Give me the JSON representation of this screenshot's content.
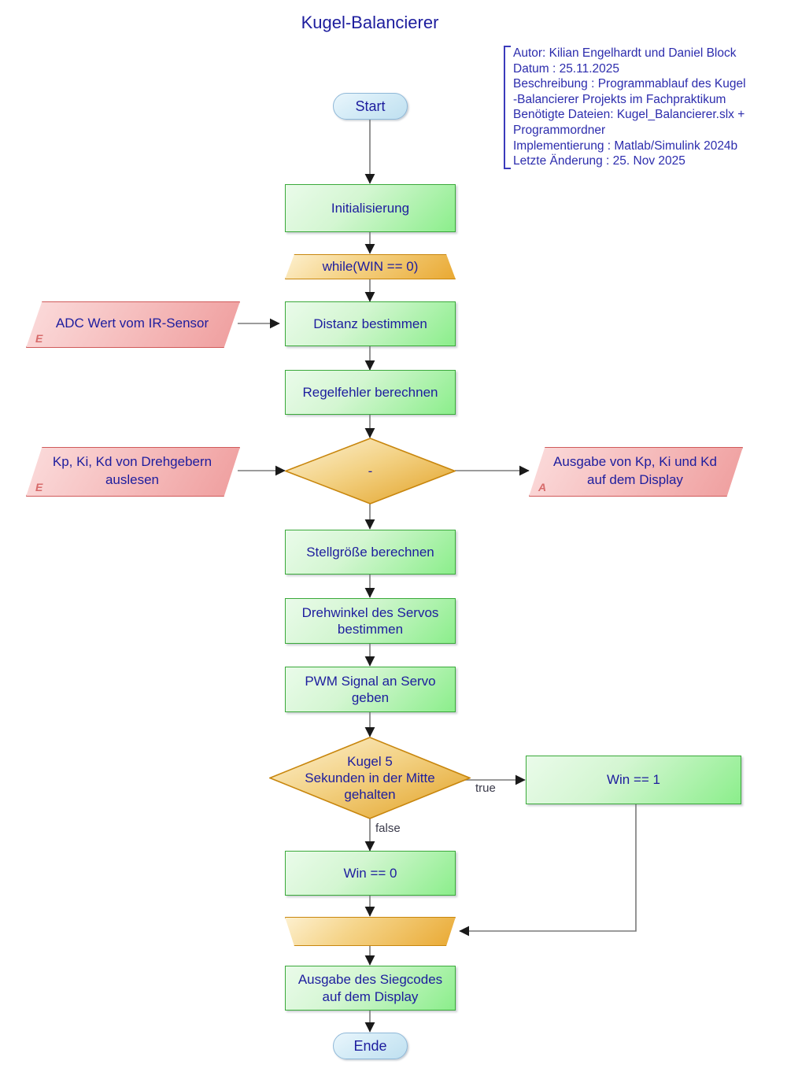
{
  "title": "Kugel-Balancierer",
  "info": {
    "lines": [
      "Autor: Kilian Engelhardt und Daniel Block",
      "Datum : 25.11.2025",
      "Beschreibung : Programmablauf des Kugel",
      "-Balancierer Projekts im Fachpraktikum",
      "Benötigte Dateien: Kugel_Balancierer.slx +",
      "Programmordner",
      "Implementierung : Matlab/Simulink 2024b",
      "Letzte Änderung : 25. Nov 2025"
    ]
  },
  "nodes": {
    "start": "Start",
    "init": "Initialisierung",
    "loop_start": "while(WIN == 0)",
    "input_adc": "ADC Wert vom IR-Sensor",
    "input_adc_marker": "E",
    "distanz": "Distanz bestimmen",
    "regelfehler": "Regelfehler berechnen",
    "input_pid": "Kp, Ki, Kd von Drehgebern\nauslesen",
    "input_pid_marker": "E",
    "decision_pid": "-",
    "output_pid": "Ausgabe von Kp, Ki und Kd\nauf dem Display",
    "output_pid_marker": "A",
    "stellgroesse": "Stellgröße berechnen",
    "drehwinkel": "Drehwinkel des Servos\nbestimmen",
    "pwm": "PWM Signal an Servo\ngeben",
    "decision_win": "Kugel 5\nSekunden in der Mitte\ngehalten",
    "win1": "Win == 1",
    "win0": "Win == 0",
    "loop_end": "",
    "siegcode": "Ausgabe des Siegcodes\nauf dem Display",
    "ende": "Ende"
  },
  "edge_labels": {
    "true": "true",
    "false": "false"
  },
  "colors": {
    "text": "#1d1d9e",
    "process_fill": "#8bee8b",
    "process_border": "#3aa93a",
    "loop_fill": "#e9a933",
    "loop_border": "#c8860d",
    "io_fill": "#ef9d9d",
    "io_border": "#d05a5a",
    "terminal_fill": "#bfe0f0",
    "terminal_border": "#8fb8d8",
    "connector": "#7a7a7a"
  }
}
